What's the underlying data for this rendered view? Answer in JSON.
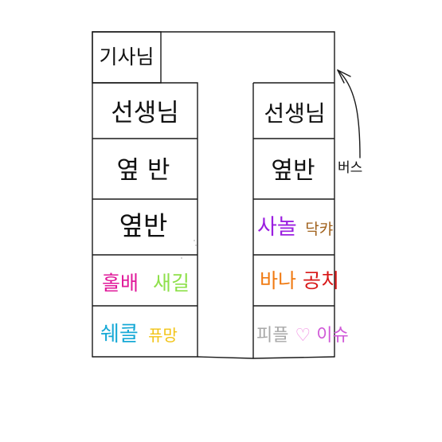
{
  "colors": {
    "line": "#1a1a1a",
    "black_text": "#111111",
    "magenta": "#e0199a",
    "light_green": "#8ee04a",
    "cyan": "#17a9d6",
    "yellow": "#f2c417",
    "purple": "#9b1fe0",
    "brown": "#a0611c",
    "orange": "#f07a12",
    "red": "#d81818",
    "grey": "#a8a8a8",
    "pink": "#f089e0",
    "violet_pink": "#d05ad8"
  },
  "top_box": {
    "label": "기사님"
  },
  "left_column": [
    {
      "parts": [
        {
          "text": "선생님",
          "color": "black_text"
        }
      ]
    },
    {
      "parts": [
        {
          "text": "옆 반",
          "color": "black_text"
        }
      ]
    },
    {
      "parts": [
        {
          "text": "옆반",
          "color": "black_text"
        }
      ]
    },
    {
      "parts": [
        {
          "text": "홀배",
          "color": "magenta"
        },
        {
          "text": "새길",
          "color": "light_green"
        }
      ]
    },
    {
      "parts": [
        {
          "text": "쉐콜",
          "color": "cyan"
        },
        {
          "text": "퓨망",
          "color": "yellow"
        }
      ]
    }
  ],
  "right_column": [
    {
      "parts": [
        {
          "text": "선생님",
          "color": "black_text"
        }
      ]
    },
    {
      "parts": [
        {
          "text": "옆반",
          "color": "black_text"
        }
      ]
    },
    {
      "parts": [
        {
          "text": "사놀",
          "color": "purple"
        },
        {
          "text": "닥캬",
          "color": "brown"
        }
      ]
    },
    {
      "parts": [
        {
          "text": "바나",
          "color": "orange"
        },
        {
          "text": "공치",
          "color": "red"
        }
      ]
    },
    {
      "parts": [
        {
          "text": "피플",
          "color": "grey"
        },
        {
          "text": "♡",
          "color": "pink"
        },
        {
          "text": "이슈",
          "color": "violet_pink"
        }
      ]
    }
  ],
  "side_note": {
    "label": "버스"
  },
  "icons": {
    "arrow": "curved-up-arrow-icon"
  }
}
